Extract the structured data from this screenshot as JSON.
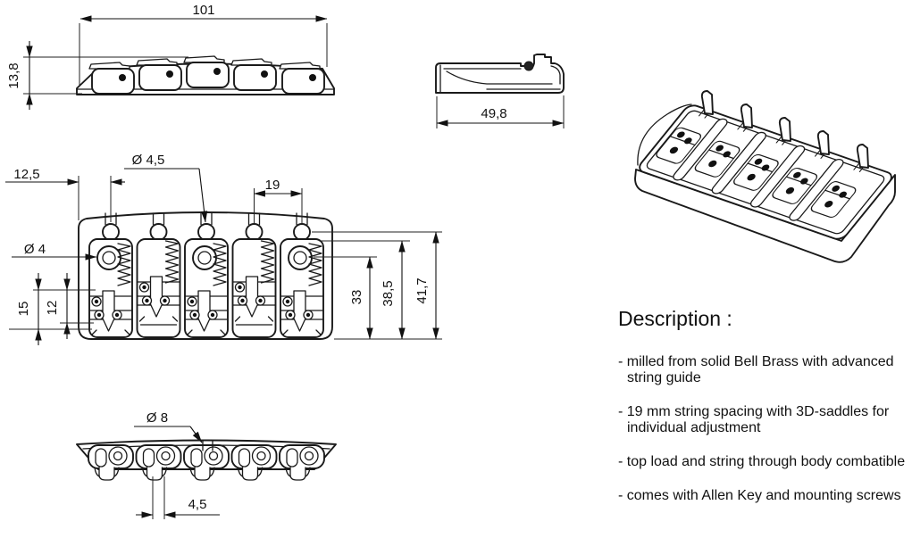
{
  "drawing": {
    "dims": {
      "front_width": "101",
      "front_height": "13,8",
      "side_depth": "49,8",
      "plan_edge_to_hole": "12,5",
      "plan_hole_dia": "Ø 4,5",
      "plan_string_spacing": "19",
      "plan_screw_dia": "Ø 4",
      "plan_h15": "15",
      "plan_h12": "12",
      "plan_h33": "33",
      "plan_h385": "38,5",
      "plan_h417": "41,7",
      "bottom_hole_dia": "Ø 8",
      "bottom_offset": "4,5"
    },
    "description": {
      "heading": "Description :",
      "items": [
        "- milled from solid Bell Brass with advanced string guide",
        "- 19 mm string spacing with 3D-saddles for individual adjustment",
        "- top load and string through body combatible",
        "- comes with Allen Key and mounting screws"
      ]
    }
  }
}
